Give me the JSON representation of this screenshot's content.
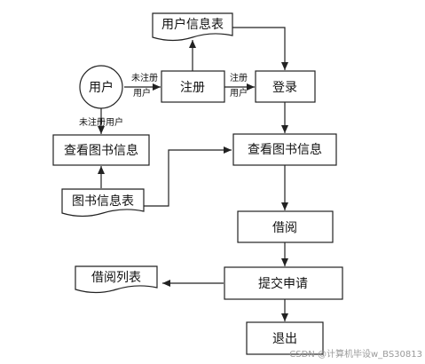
{
  "nodes": {
    "user": "用户",
    "user_info_table": "用户信息表",
    "register": "注册",
    "login": "登录",
    "view_books_left": "查看图书信息",
    "view_books_main": "查看图书信息",
    "book_info_table": "图书信息表",
    "borrow": "借阅",
    "submit_request": "提交申请",
    "borrow_list": "借阅列表",
    "exit": "退出"
  },
  "edge_labels": {
    "user_to_register_line1": "未注册",
    "user_to_register_line2": "用户",
    "register_to_login_line1": "注册",
    "register_to_login_line2": "用户",
    "user_to_view_books": "未注册用户"
  },
  "watermark": "CSDN @计算机毕设w_BS30813"
}
